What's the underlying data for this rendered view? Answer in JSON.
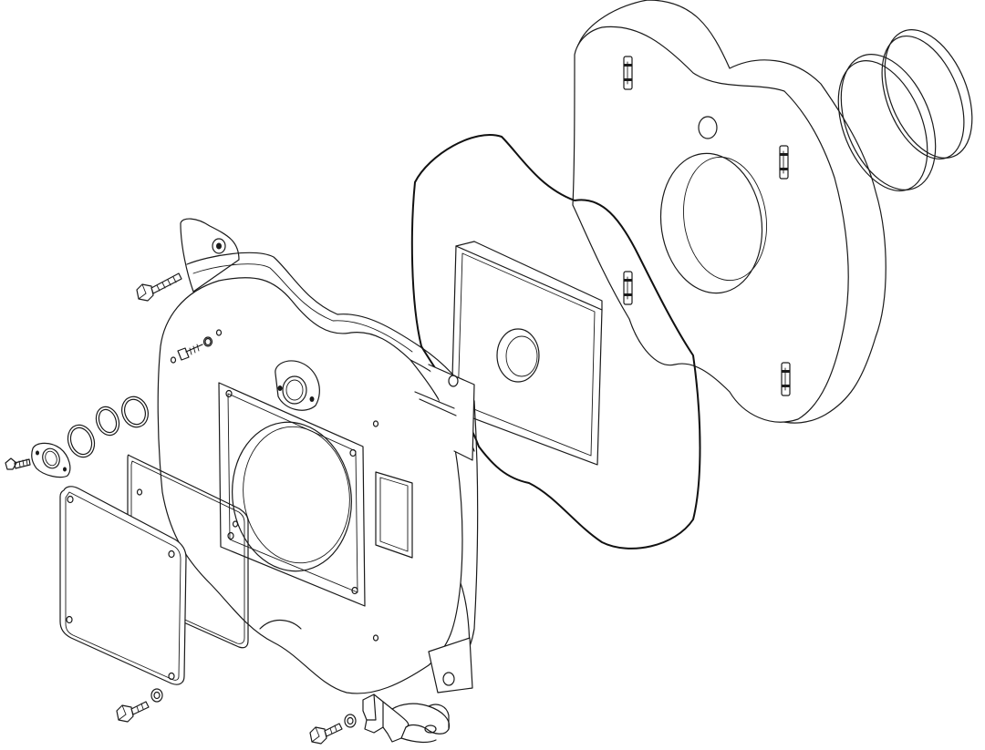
{
  "figure": {
    "type": "exploded-view line drawing",
    "background_color": "#ffffff",
    "line_color": "#1a1a1a",
    "parts": [
      "outer-sealing-ring",
      "insulation-block",
      "insulation-gasket",
      "burner-housing",
      "inspection-cover-gasket",
      "inspection-cover",
      "sight-glass-o-ring",
      "sight-glass-holder",
      "hex-bolt",
      "washer",
      "self-tapping-screw",
      "hinge-bracket"
    ]
  }
}
